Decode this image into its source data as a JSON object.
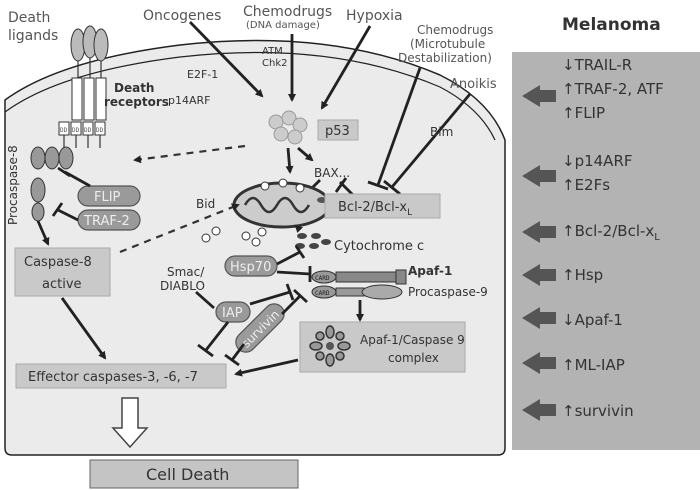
{
  "stimuli": {
    "death_ligands": [
      "Death",
      "ligands"
    ],
    "oncogenes": "Oncogenes",
    "chemodrugs_dna": [
      "Chemodrugs",
      "(DNA damage)"
    ],
    "hypoxia": "Hypoxia",
    "chemodrugs_microtubule": [
      "Chemodrugs",
      "(Microtubule",
      "Destabilization)"
    ],
    "anoikis": "Anoikis"
  },
  "labels": {
    "death_receptors": [
      "Death",
      "receptors"
    ],
    "atm": "ATM",
    "chk2": "Chk2",
    "e2f1": "E2F-1",
    "p14arf": "p14ARF",
    "p53": "p53",
    "bax": "BAX...",
    "bim": "Bim",
    "procaspase8": "Procaspase-8",
    "flip": "FLIP",
    "traf2": "TRAF-2",
    "bid": "Bid",
    "bcl2": "Bcl-2/Bcl-x",
    "bcl2_sub": "L",
    "cytochrome_c": "Cytochrome c",
    "smac": [
      "Smac/",
      "DIABLO"
    ],
    "hsp70": "Hsp70",
    "apaf1": "Apaf-1",
    "procaspase9": "Procaspase-9",
    "card": "CARD",
    "caspase8_active": [
      "Caspase-8",
      "active"
    ],
    "iap": "IAP",
    "survivin": "survivin",
    "apoptosome": [
      "Apaf-1/Caspase 9",
      "complex"
    ],
    "effector": "Effector caspases-3, -6, -7",
    "cell_death": "Cell Death",
    "dd": "DD"
  },
  "melanoma_panel": {
    "title": "Melanoma",
    "items": [
      {
        "id": "trail",
        "lines": [
          "↓TRAIL-R",
          "↑TRAF-2, ATF",
          "↑FLIP"
        ]
      },
      {
        "id": "p14",
        "lines": [
          "↓p14ARF",
          "↑E2Fs"
        ]
      },
      {
        "id": "bcl2",
        "lines": [
          "↑Bcl-2/Bcl-x"
        ],
        "sub": "L"
      },
      {
        "id": "hsp",
        "lines": [
          "↑Hsp"
        ]
      },
      {
        "id": "apaf",
        "lines": [
          "↓Apaf-1"
        ]
      },
      {
        "id": "mliap",
        "lines": [
          "↑ML-IAP"
        ]
      },
      {
        "id": "survivin",
        "lines": [
          "↑survivin"
        ]
      }
    ]
  },
  "colors": {
    "cell_fill": "#ebebeb",
    "box_fill": "#c9c9c9",
    "panel_fill": "#b3b3b3",
    "arrow_fill": "#555555",
    "pill_fill": "#9a9a9a"
  }
}
